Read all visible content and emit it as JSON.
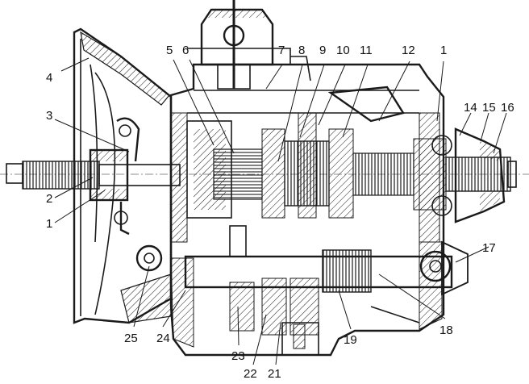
{
  "labels": [
    {
      "id": "l1a",
      "text": "1"
    },
    {
      "id": "l1b",
      "text": "1"
    },
    {
      "id": "l2",
      "text": "2"
    },
    {
      "id": "l3",
      "text": "3"
    },
    {
      "id": "l4",
      "text": "4"
    },
    {
      "id": "l5",
      "text": "5"
    },
    {
      "id": "l6",
      "text": "6"
    },
    {
      "id": "l7",
      "text": "7"
    },
    {
      "id": "l8",
      "text": "8"
    },
    {
      "id": "l9",
      "text": "9"
    },
    {
      "id": "l10",
      "text": "10"
    },
    {
      "id": "l11",
      "text": "11"
    },
    {
      "id": "l12",
      "text": "12"
    },
    {
      "id": "l14",
      "text": "14"
    },
    {
      "id": "l15",
      "text": "15"
    },
    {
      "id": "l16",
      "text": "16"
    },
    {
      "id": "l17",
      "text": "17"
    },
    {
      "id": "l18",
      "text": "18"
    },
    {
      "id": "l19",
      "text": "19"
    },
    {
      "id": "l21",
      "text": "21"
    },
    {
      "id": "l22",
      "text": "22"
    },
    {
      "id": "l23",
      "text": "23"
    },
    {
      "id": "l24",
      "text": "24"
    },
    {
      "id": "l25",
      "text": "25"
    }
  ]
}
